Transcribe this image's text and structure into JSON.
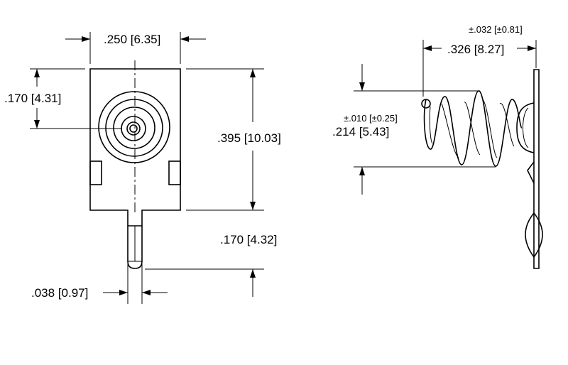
{
  "dimensions": {
    "width_top": ".250 [6.35]",
    "left_height": ".170 [4.31]",
    "body_height": ".395 [10.03]",
    "pin_length": ".170 [4.32]",
    "pin_width": ".038 [0.97]",
    "side_tolerance_top": "±.032 [±0.81]",
    "side_length": ".326 [8.27]",
    "spring_tolerance": "±.010 [±0.25]",
    "spring_diameter": ".214 [5.43]"
  },
  "colors": {
    "line": "#000000",
    "background": "#ffffff"
  }
}
